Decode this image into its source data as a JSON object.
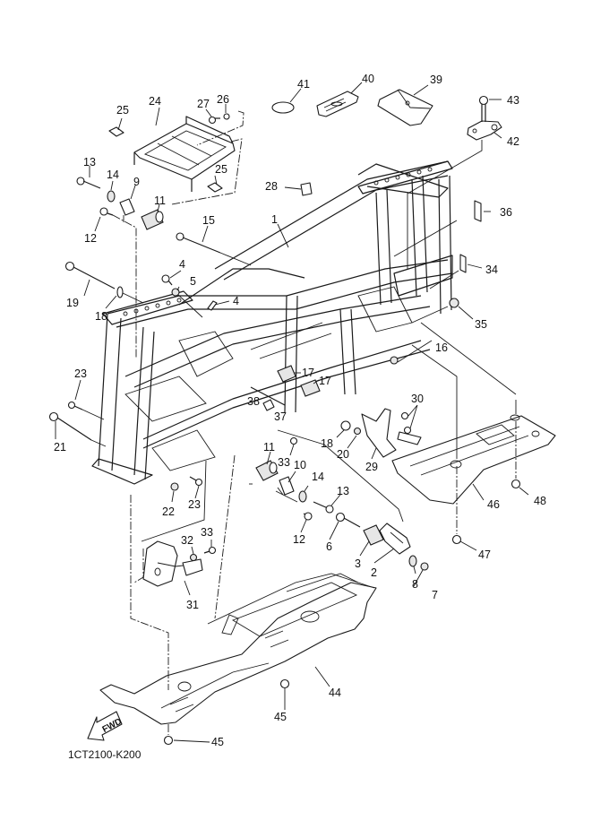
{
  "diagram": {
    "title": "Frame",
    "part_code": "1CT2100-K200",
    "direction_label": "FWD",
    "callouts": [
      {
        "id": "c41",
        "label": "41",
        "part": "o-ring"
      },
      {
        "id": "c40",
        "label": "40",
        "part": "tool holder"
      },
      {
        "id": "c39",
        "label": "39",
        "part": "document pouch"
      },
      {
        "id": "c43",
        "label": "43",
        "part": "bolt"
      },
      {
        "id": "c42",
        "label": "42",
        "part": "bracket"
      },
      {
        "id": "c24",
        "label": "24",
        "part": "battery bracket"
      },
      {
        "id": "c25a",
        "label": "25",
        "part": "nut plate"
      },
      {
        "id": "c25b",
        "label": "25",
        "part": "nut plate"
      },
      {
        "id": "c27",
        "label": "27",
        "part": "bolt"
      },
      {
        "id": "c26",
        "label": "26",
        "part": "nut"
      },
      {
        "id": "c13a",
        "label": "13",
        "part": "bolt"
      },
      {
        "id": "c14a",
        "label": "14",
        "part": "collar"
      },
      {
        "id": "c9",
        "label": "9",
        "part": "bracket"
      },
      {
        "id": "c11a",
        "label": "11",
        "part": "damper"
      },
      {
        "id": "c12a",
        "label": "12",
        "part": "bolt"
      },
      {
        "id": "c28",
        "label": "28",
        "part": "bracket"
      },
      {
        "id": "c1",
        "label": "1",
        "part": "frame comp."
      },
      {
        "id": "c36",
        "label": "36",
        "part": "label"
      },
      {
        "id": "c15",
        "label": "15",
        "part": "bolt"
      },
      {
        "id": "c4a",
        "label": "4",
        "part": "bolt"
      },
      {
        "id": "c5",
        "label": "5",
        "part": "washer"
      },
      {
        "id": "c4b",
        "label": "4",
        "part": "bolt"
      },
      {
        "id": "c34",
        "label": "34",
        "part": "label"
      },
      {
        "id": "c19",
        "label": "19",
        "part": "bolt"
      },
      {
        "id": "c18a",
        "label": "18",
        "part": "collar"
      },
      {
        "id": "c35",
        "label": "35",
        "part": "grommet"
      },
      {
        "id": "c16",
        "label": "16",
        "part": "nut"
      },
      {
        "id": "c23a",
        "label": "23",
        "part": "bolt"
      },
      {
        "id": "c17a",
        "label": "17",
        "part": "damper"
      },
      {
        "id": "c17b",
        "label": "17",
        "part": "damper"
      },
      {
        "id": "c30",
        "label": "30",
        "part": "bolt"
      },
      {
        "id": "c38",
        "label": "38",
        "part": "clip"
      },
      {
        "id": "c37",
        "label": "37",
        "part": "band"
      },
      {
        "id": "c21",
        "label": "21",
        "part": "bolt"
      },
      {
        "id": "c18b",
        "label": "18",
        "part": "collar"
      },
      {
        "id": "c20",
        "label": "20",
        "part": "nut"
      },
      {
        "id": "c11b",
        "label": "11",
        "part": "damper"
      },
      {
        "id": "c33a",
        "label": "33",
        "part": "bolt"
      },
      {
        "id": "c10",
        "label": "10",
        "part": "bracket"
      },
      {
        "id": "c14b",
        "label": "14",
        "part": "collar"
      },
      {
        "id": "c29",
        "label": "29",
        "part": "stay"
      },
      {
        "id": "c48",
        "label": "48",
        "part": "bolt"
      },
      {
        "id": "c46",
        "label": "46",
        "part": "protector"
      },
      {
        "id": "c22",
        "label": "22",
        "part": "nut"
      },
      {
        "id": "c23b",
        "label": "23",
        "part": "bolt"
      },
      {
        "id": "c13b",
        "label": "13",
        "part": "bolt"
      },
      {
        "id": "c12b",
        "label": "12",
        "part": "bolt"
      },
      {
        "id": "c6",
        "label": "6",
        "part": "bolt"
      },
      {
        "id": "c3",
        "label": "3",
        "part": "damper"
      },
      {
        "id": "c2",
        "label": "2",
        "part": "bracket"
      },
      {
        "id": "c8",
        "label": "8",
        "part": "collar"
      },
      {
        "id": "c7",
        "label": "7",
        "part": "nut"
      },
      {
        "id": "c47",
        "label": "47",
        "part": "bolt"
      },
      {
        "id": "c32",
        "label": "32",
        "part": "washer"
      },
      {
        "id": "c33b",
        "label": "33",
        "part": "bolt"
      },
      {
        "id": "c31",
        "label": "31",
        "part": "cover"
      },
      {
        "id": "c44",
        "label": "44",
        "part": "protector"
      },
      {
        "id": "c45a",
        "label": "45",
        "part": "bolt"
      },
      {
        "id": "c45b",
        "label": "45",
        "part": "bolt"
      }
    ]
  }
}
